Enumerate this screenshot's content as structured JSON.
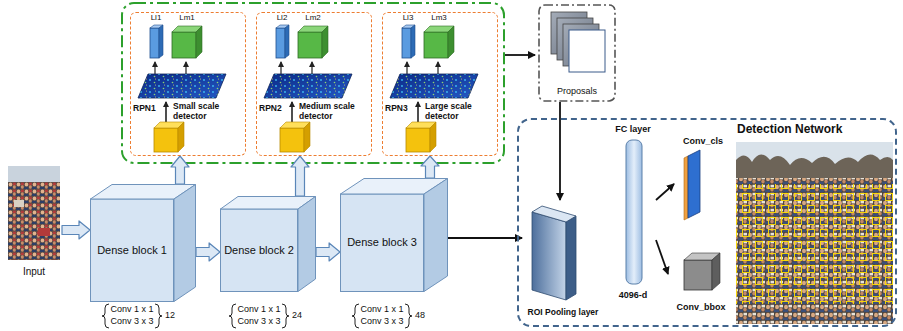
{
  "diagram": {
    "nodes": [
      {
        "text": [
          "Input"
        ]
      },
      {
        "text": [
          "Dense block 1"
        ]
      },
      {
        "text": [
          "Dense block 2"
        ]
      },
      {
        "text": [
          "Dense block 3"
        ]
      },
      {
        "text": [
          "RPN1",
          "Small scale detector"
        ]
      },
      {
        "text": [
          "RPN2",
          "Medium scale detector"
        ]
      },
      {
        "text": [
          "RPN3",
          "Large scale detector"
        ]
      },
      {
        "text": [
          "Proposals"
        ]
      },
      {
        "text": [
          "Detection Network"
        ]
      },
      {
        "text": [
          "ROI Pooling layer"
        ],
        "in": 8
      },
      {
        "text": [
          "FC layer",
          "4096-d"
        ],
        "in": 8
      },
      {
        "text": [
          "Conv_cls"
        ],
        "in": 8
      },
      {
        "text": [
          "Conv_bbox"
        ],
        "in": 8
      }
    ],
    "edges": [
      {
        "from": 0,
        "to": 1,
        "arrow": "to"
      },
      {
        "from": 1,
        "to": 2,
        "arrow": "to"
      },
      {
        "from": 2,
        "to": 3,
        "arrow": "to"
      },
      {
        "from": 1,
        "to": 4,
        "arrow": "to"
      },
      {
        "from": 2,
        "to": 5,
        "arrow": "to"
      },
      {
        "from": 3,
        "to": 6,
        "arrow": "to"
      },
      {
        "from": 3,
        "to": 9,
        "arrow": "to"
      },
      {
        "from": 7,
        "to": 9,
        "arrow": "to"
      },
      {
        "from": 10,
        "to": 11,
        "arrow": "to"
      },
      {
        "from": 10,
        "to": 12,
        "arrow": "to"
      }
    ],
    "labels": [
      "Ll1",
      "Lm1",
      "Ll2",
      "Lm2",
      "Ll3",
      "Lm3",
      "Conv 1 x 1",
      "Conv 3 x 3",
      "12",
      "Conv 1 x 1",
      "Conv 3 x 3",
      "24",
      "Conv 1 x 1",
      "Conv 3 x 3",
      "48"
    ]
  }
}
